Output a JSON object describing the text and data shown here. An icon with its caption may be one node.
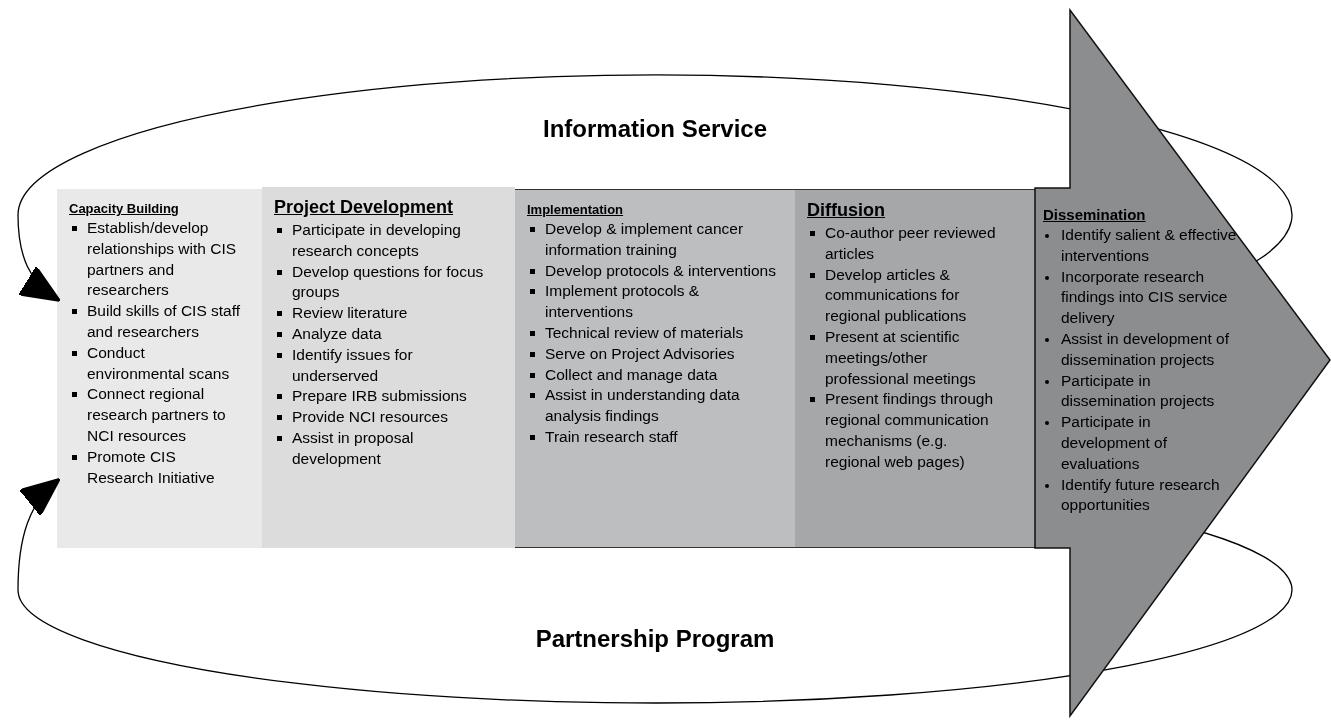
{
  "diagram": {
    "nodes": [
      {
        "text": [
          "Information Service"
        ]
      },
      {
        "text": [
          "Partnership Program"
        ]
      },
      {
        "text": [
          "Capacity Building",
          "Establish/develop relationships with CIS partners and researchers",
          "Build skills of CIS staff and researchers",
          "Conduct environmental scans",
          "Connect regional research partners to NCI resources",
          "Promote CIS Research Initiative"
        ]
      },
      {
        "text": [
          "Project Development",
          "Participate in developing research concepts",
          "Develop questions for focus groups",
          "Review literature",
          "Analyze data",
          "Identify issues for underserved",
          "Prepare IRB submissions",
          "Provide NCI resources",
          "Assist in proposal development"
        ]
      },
      {
        "text": [
          "Implementation",
          "Develop & implement cancer information training",
          "Develop protocols & interventions",
          "Implement protocols & interventions",
          "Technical review of materials",
          "Serve on Project Advisories",
          "Collect and manage data",
          "Assist in understanding data analysis findings",
          "Train research staff"
        ]
      },
      {
        "text": [
          "Diffusion",
          "Co-author peer reviewed articles",
          "Develop articles & communications for regional publications",
          "Present at scientific meetings/other professional meetings",
          "Present findings through regional communication mechanisms (e.g. regional web pages)"
        ]
      },
      {
        "text": [
          "Dissemination",
          "Identify salient & effective interventions",
          "Incorporate research findings into CIS service delivery",
          "Assist in development of dissemination projects",
          "Participate in dissemination projects",
          "Participate in development of evaluations",
          "Identify future research opportunities"
        ]
      }
    ],
    "edges": [
      {
        "from": 0,
        "to": 2,
        "arrow": "to"
      },
      {
        "from": 1,
        "to": 2,
        "arrow": "to"
      }
    ]
  }
}
